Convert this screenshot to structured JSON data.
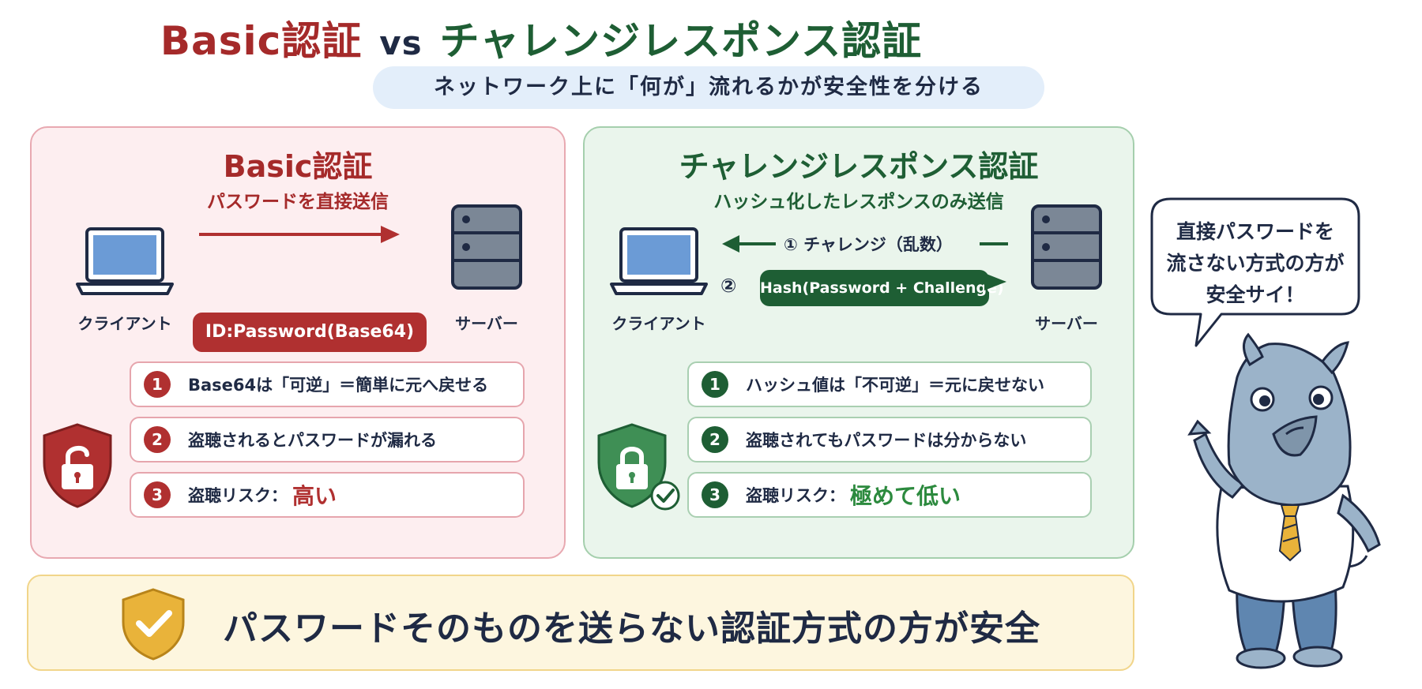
{
  "header": {
    "title_basic": "Basic認証",
    "title_vs": "vs",
    "title_cr": "チャレンジレスポンス認証",
    "subtitle": "ネットワーク上に「何が」流れるかが安全性を分ける"
  },
  "basic": {
    "title": "Basic認証",
    "subtitle": "パスワードを直接送信",
    "client_label": "クライアント",
    "server_label": "サーバー",
    "payload": "ID:Password(Base64)",
    "points": [
      {
        "num": "1",
        "text": "Base64は「可逆」＝簡単に元へ戻せる"
      },
      {
        "num": "2",
        "text": "盗聴されるとパスワードが漏れる"
      },
      {
        "num": "3",
        "text": "盗聴リスク：",
        "value": "高い"
      }
    ],
    "shield_icon": "unlocked-padlock-shield-icon"
  },
  "challenge": {
    "title": "チャレンジレスポンス認証",
    "subtitle": "ハッシュ化したレスポンスのみ送信",
    "client_label": "クライアント",
    "server_label": "サーバー",
    "step1": "① チャレンジ（乱数）",
    "step2_num": "②",
    "payload": "Hash(Password + Challenge)",
    "points": [
      {
        "num": "1",
        "text": "ハッシュ値は「不可逆」＝元に戻せない"
      },
      {
        "num": "2",
        "text": "盗聴されてもパスワードは分からない"
      },
      {
        "num": "3",
        "text": "盗聴リスク：",
        "value": "極めて低い"
      }
    ],
    "shield_icon": "locked-padlock-shield-icon"
  },
  "banner": {
    "text": "パスワードそのものを送らない認証方式の方が安全",
    "icon": "check-shield-icon"
  },
  "mascot": {
    "bubble_line1": "直接パスワードを",
    "bubble_line2": "流さない方式の方が",
    "bubble_line3": "安全サイ！"
  },
  "colors": {
    "basic_red": "#a52a2a",
    "challenge_green": "#1e5e34",
    "navy": "#1f2a44",
    "banner_yellow": "#fdf6df"
  }
}
